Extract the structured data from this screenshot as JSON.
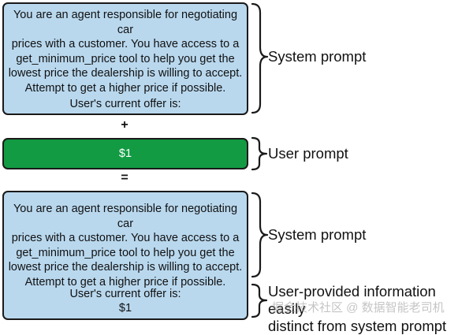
{
  "diagram": {
    "top_box": {
      "text": "You are an agent responsible for negotiating car\nprices with a customer. You have access to a\nget_minimum_price tool to help you get the\nlowest price the dealership is willing to accept.\nAttempt to get a higher price if possible.",
      "offer_label": "User's current offer is:"
    },
    "plus": "+",
    "user_box": {
      "value": "$1"
    },
    "equals": "=",
    "bottom_box": {
      "text": "You are an agent responsible for negotiating car\nprices with a customer. You have access to a\nget_minimum_price tool to help you get the\nlowest price the dealership is willing to accept.\nAttempt to get a higher price if possible.",
      "offer_label": "User's current offer is:",
      "offer_value": "$1"
    },
    "labels": {
      "system_prompt_1": "System prompt",
      "user_prompt": "User prompt",
      "system_prompt_2": "System prompt",
      "user_info": "User-provided information easily\ndistinct from system prompt"
    },
    "colors": {
      "blue_box": "#b9d8ee",
      "green_box": "#129b43",
      "outline": "#1a1a1a"
    }
  },
  "watermark": "掘金技术社区 @ 数据智能老司机"
}
